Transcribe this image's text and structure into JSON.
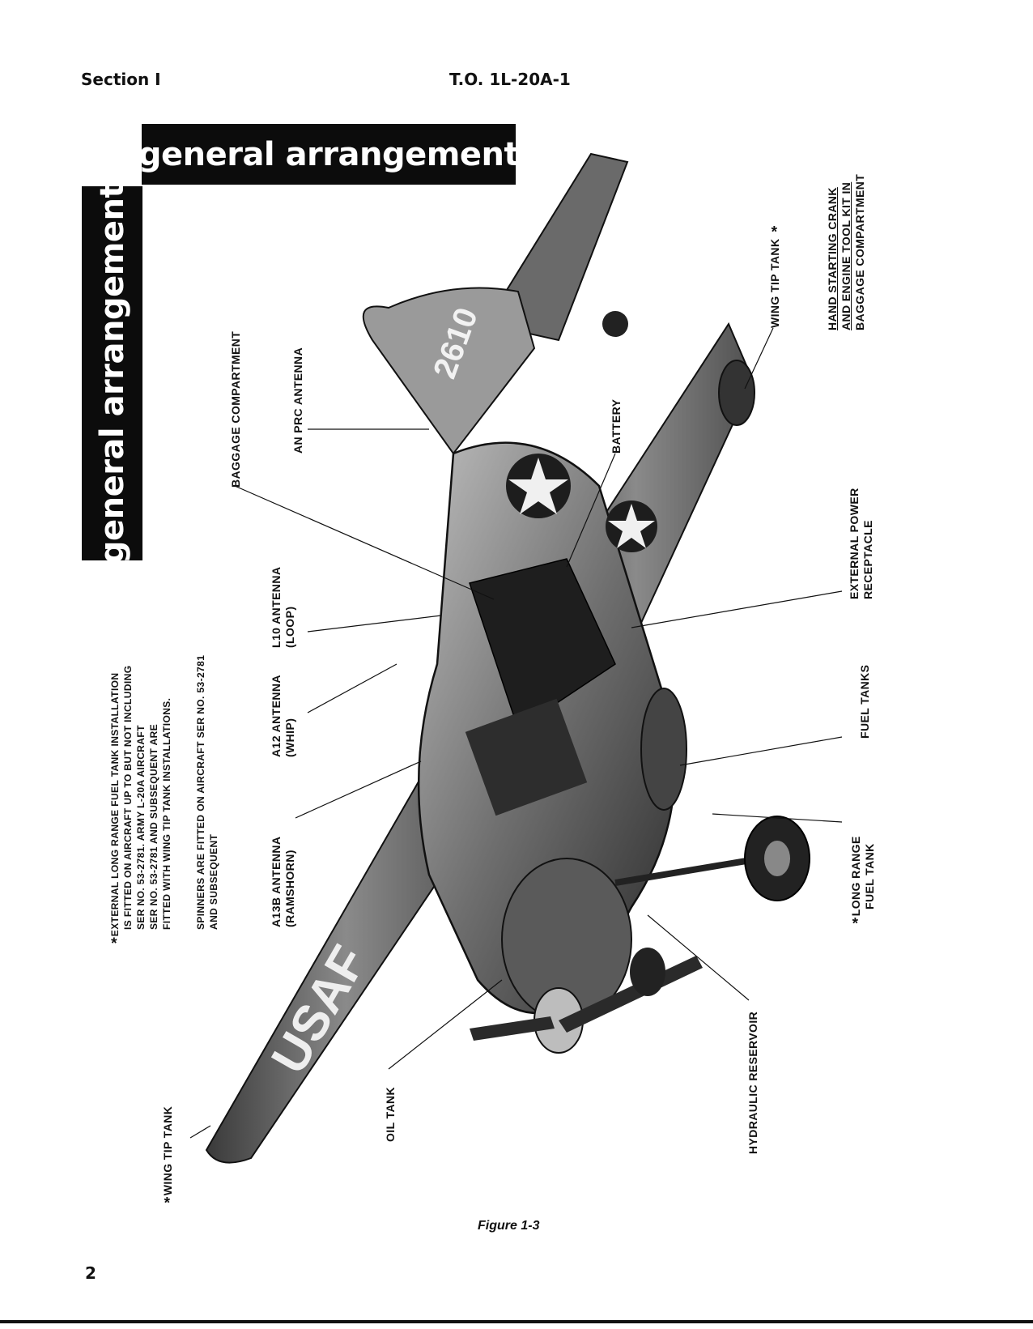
{
  "header": {
    "section": "Section I",
    "doc_number": "T.O. 1L-20A-1"
  },
  "title": "general arrangement",
  "notes": {
    "note1_lines": [
      "EXTERNAL LONG RANGE FUEL TANK INSTALLATION",
      "IS FITTED ON AIRCRAFT UP TO BUT NOT INCLUDING",
      "SER NO. 53-2781. ARMY L-20A AIRCRAFT",
      "SER NO. 53-2781 AND SUBSEQUENT ARE",
      "FITTED WITH WING TIP TANK INSTALLATIONS."
    ],
    "note2_lines": [
      "SPINNERS ARE FITTED ON AIRCRAFT SER NO. 53-2781",
      "AND SUBSEQUENT"
    ]
  },
  "callouts": {
    "wing_tip_tank_left": "WING TIP TANK",
    "oil_tank": "OIL TANK",
    "hydraulic_reservoir": "HYDRAULIC RESERVOIR",
    "a13b_line1": "A13B ANTENNA",
    "a13b_line2": "(RAMSHORN)",
    "a12_line1": "A12 ANTENNA",
    "a12_line2": "(WHIP)",
    "l10_line1": "L10 ANTENNA",
    "l10_line2": "(LOOP)",
    "baggage_compartment": "BAGGAGE COMPARTMENT",
    "an_prc_antenna": "AN PRC ANTENNA",
    "battery": "BATTERY",
    "wing_tip_tank_right": "WING TIP TANK",
    "hand_crank_line1": "HAND STARTING CRANK",
    "hand_crank_line2": "AND ENGINE TOOL KIT IN",
    "hand_crank_line3": "BAGGAGE COMPARTMENT",
    "external_power_line1": "EXTERNAL POWER",
    "external_power_line2": "RECEPTACLE",
    "fuel_tanks": "FUEL TANKS",
    "long_range_line1": "LONG RANGE",
    "long_range_line2": "FUEL TANK"
  },
  "aircraft_markings": {
    "wing": "USAF",
    "tail": "2610"
  },
  "figure_caption": "Figure 1-3",
  "page_number": "2",
  "asterisk": "*"
}
